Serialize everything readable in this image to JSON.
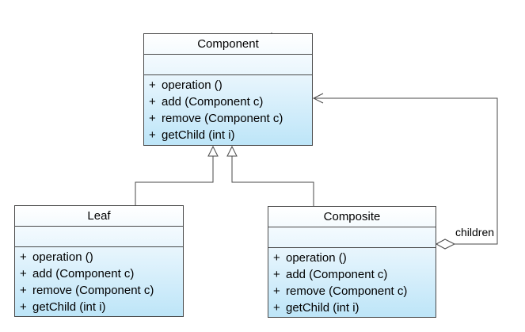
{
  "component": {
    "name": "Component",
    "operations": [
      {
        "vis": "+",
        "text": "operation ()"
      },
      {
        "vis": "+",
        "text": "add (Component c)"
      },
      {
        "vis": "+",
        "text": "remove (Component c)"
      },
      {
        "vis": "+",
        "text": "getChild (int i)"
      }
    ]
  },
  "leaf": {
    "name": "Leaf",
    "operations": [
      {
        "vis": "+",
        "text": "operation ()"
      },
      {
        "vis": "+",
        "text": "add (Component c)"
      },
      {
        "vis": "+",
        "text": "remove (Component c)"
      },
      {
        "vis": "+",
        "text": "getChild (int i)"
      }
    ]
  },
  "composite": {
    "name": "Composite",
    "operations": [
      {
        "vis": "+",
        "text": "operation ()"
      },
      {
        "vis": "+",
        "text": "add (Component c)"
      },
      {
        "vis": "+",
        "text": "remove (Component c)"
      },
      {
        "vis": "+",
        "text": "getChild (int i)"
      }
    ]
  },
  "association": {
    "label": "children"
  },
  "stray_mark": ".",
  "colors": {
    "box_border": "#4a4a4a",
    "box_fill_top": "#ffffff",
    "box_fill_bottom": "#bde5f8",
    "line": "#4a4a4a"
  }
}
